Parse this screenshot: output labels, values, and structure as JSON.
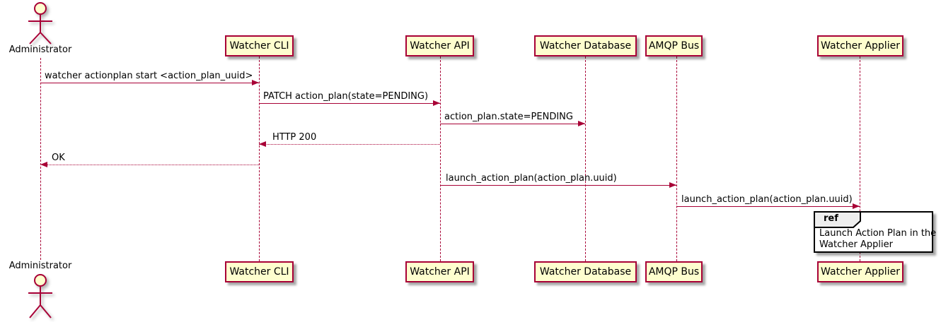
{
  "diagram": {
    "type": "uml-sequence",
    "colors": {
      "accent": "#A80036",
      "participant_fill": "#FEFECE",
      "ref_header_fill": "#EEEEEE",
      "background": "#FFFFFF",
      "fragment_border": "#000000"
    },
    "actor": {
      "label": "Administrator"
    },
    "participants": [
      {
        "label": "Watcher CLI"
      },
      {
        "label": "Watcher API"
      },
      {
        "label": "Watcher Database"
      },
      {
        "label": "AMQP Bus"
      },
      {
        "label": "Watcher Applier"
      }
    ],
    "messages": [
      {
        "label": "watcher actionplan start <action_plan_uuid>",
        "from": "Administrator",
        "to": "Watcher CLI",
        "line": "solid",
        "direction": "right"
      },
      {
        "label": "PATCH action_plan(state=PENDING)",
        "from": "Watcher CLI",
        "to": "Watcher API",
        "line": "solid",
        "direction": "right"
      },
      {
        "label": "action_plan.state=PENDING",
        "from": "Watcher API",
        "to": "Watcher Database",
        "line": "solid",
        "direction": "right"
      },
      {
        "label": "HTTP 200",
        "from": "Watcher API",
        "to": "Watcher CLI",
        "line": "dotted",
        "direction": "left"
      },
      {
        "label": "OK",
        "from": "Watcher CLI",
        "to": "Administrator",
        "line": "dotted",
        "direction": "left"
      },
      {
        "label": "launch_action_plan(action_plan.uuid)",
        "from": "Watcher API",
        "to": "AMQP Bus",
        "line": "solid",
        "direction": "right"
      },
      {
        "label": "launch_action_plan(action_plan.uuid)",
        "from": "AMQP Bus",
        "to": "Watcher Applier",
        "line": "solid",
        "direction": "right"
      }
    ],
    "ref_fragment": {
      "keyword": "ref",
      "lines": [
        "Launch Action Plan in the",
        "Watcher Applier"
      ],
      "over": "Watcher Applier"
    }
  }
}
